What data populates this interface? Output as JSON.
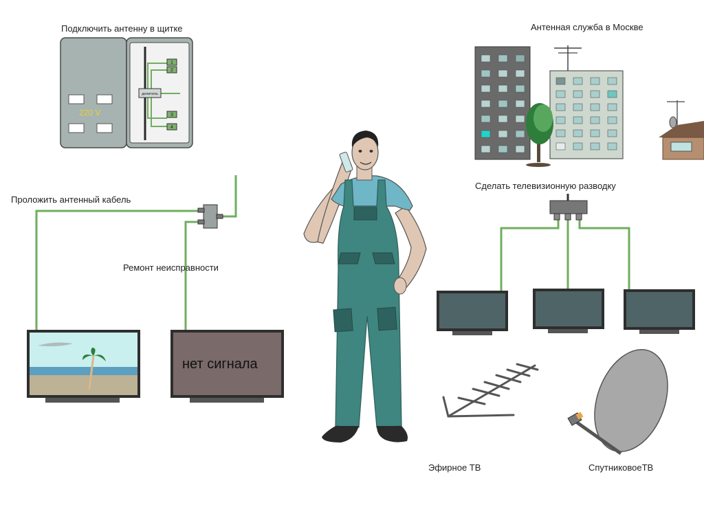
{
  "labels": {
    "panel": "Подключить антенну в щитке",
    "service": "Антенная служба в Москве",
    "cable": "Проложить антенный кабель",
    "repair": "Ремонт неисправности",
    "wiring": "Сделать телевизионную разводку",
    "terrestrial": "Эфирное ТВ",
    "satellite": "СпутниковоеТВ"
  },
  "panel": {
    "voltage": "220 V",
    "splitter": "делитель",
    "ports": [
      "1",
      "2",
      "3",
      "4"
    ]
  },
  "tv": {
    "no_signal": "нет сигнала"
  },
  "colors": {
    "cable": "#6fae5f",
    "overalls": "#3f8580",
    "tv_frame": "#2e2e2e",
    "screen_dark": "#4f6467",
    "panel_body": "#a6b3b0",
    "building_dark": "#6a6a6a",
    "building_light": "#cfd8cf"
  }
}
